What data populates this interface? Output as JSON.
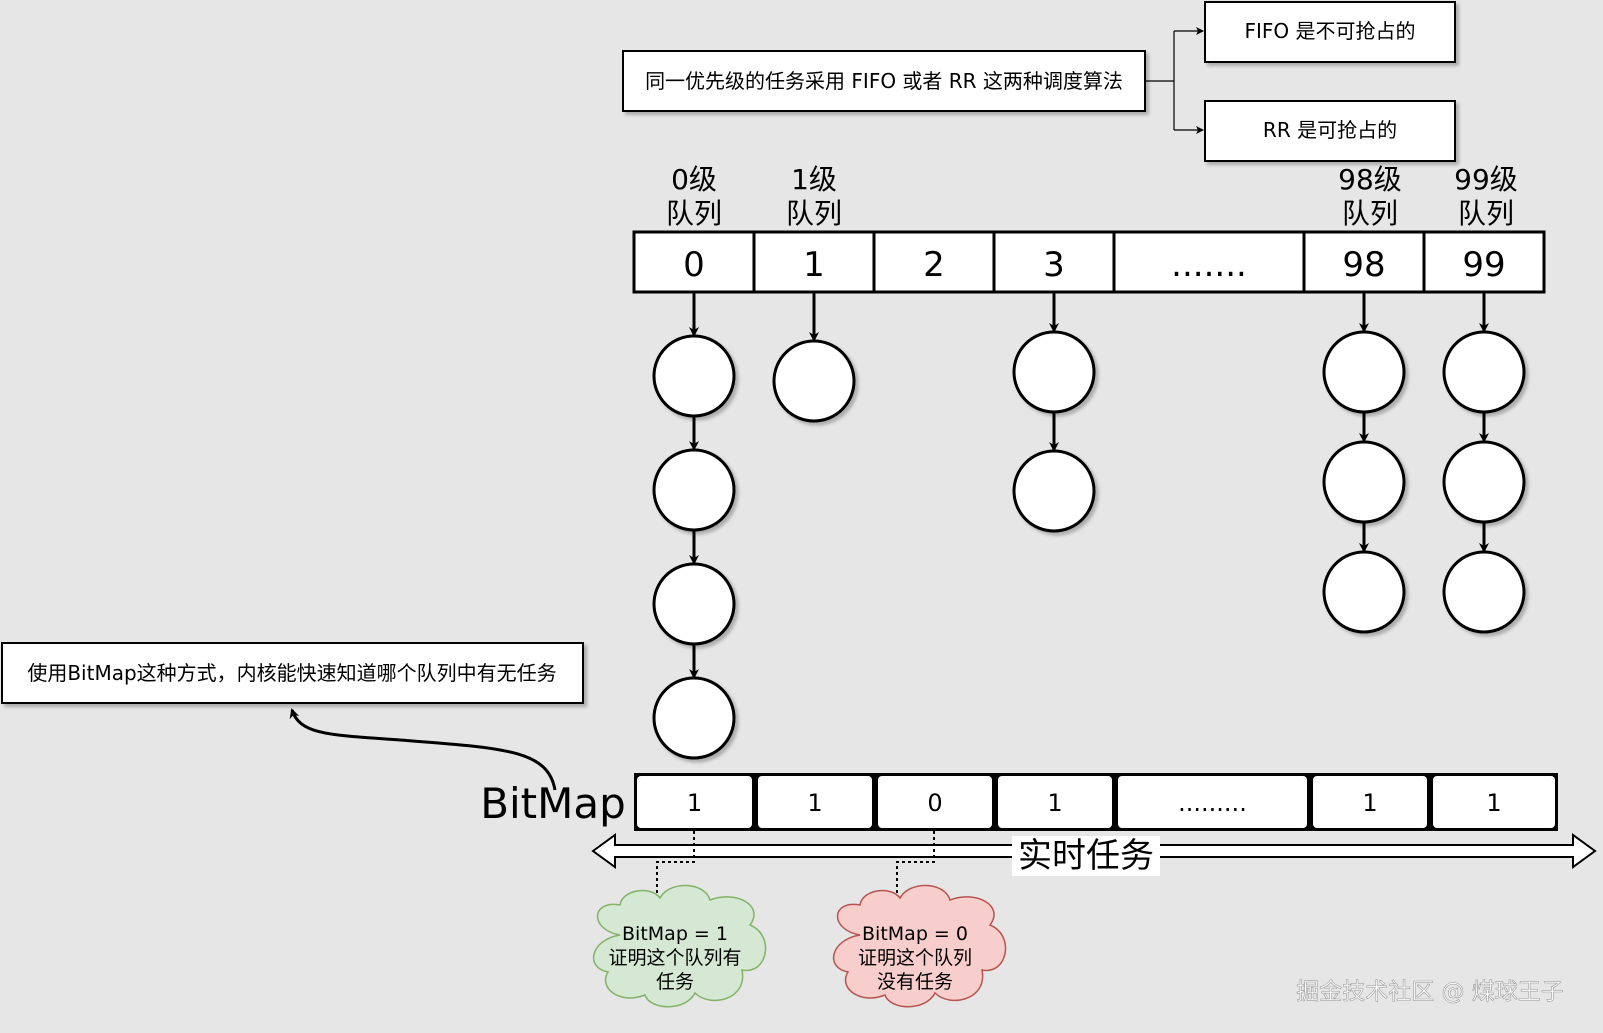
{
  "scheduling": {
    "note": "同一优先级的任务采用 FIFO 或者 RR 这两种调度算法",
    "fifo": "FIFO 是不可抢占的",
    "rr": "RR 是可抢占的"
  },
  "queues": {
    "header_labels": [
      {
        "line1": "0级",
        "line2": "队列"
      },
      {
        "line1": "1级",
        "line2": "队列"
      },
      {
        "line1": "98级",
        "line2": "队列"
      },
      {
        "line1": "99级",
        "line2": "队列"
      }
    ],
    "cells": [
      "0",
      "1",
      "2",
      "3",
      ".......",
      "98",
      "99"
    ],
    "task_counts": [
      4,
      1,
      0,
      2,
      0,
      3,
      3
    ]
  },
  "bitmap": {
    "label": "BitMap",
    "cells": [
      "1",
      "1",
      "0",
      "1",
      ".........",
      "1",
      "1"
    ],
    "note": "使用BitMap这种方式，内核能快速知道哪个队列中有无任务"
  },
  "realtime": {
    "label": "实时任务"
  },
  "clouds": {
    "has_tasks": {
      "line1": "BitMap = 1",
      "line2": "证明这个队列有",
      "line3": "任务",
      "color": "#d5e8d4"
    },
    "no_tasks": {
      "line1": "BitMap = 0",
      "line2": "证明这个队列",
      "line3": "没有任务",
      "color": "#f8cecc"
    }
  },
  "watermark": "掘金技术社区 @ 煤球王子"
}
